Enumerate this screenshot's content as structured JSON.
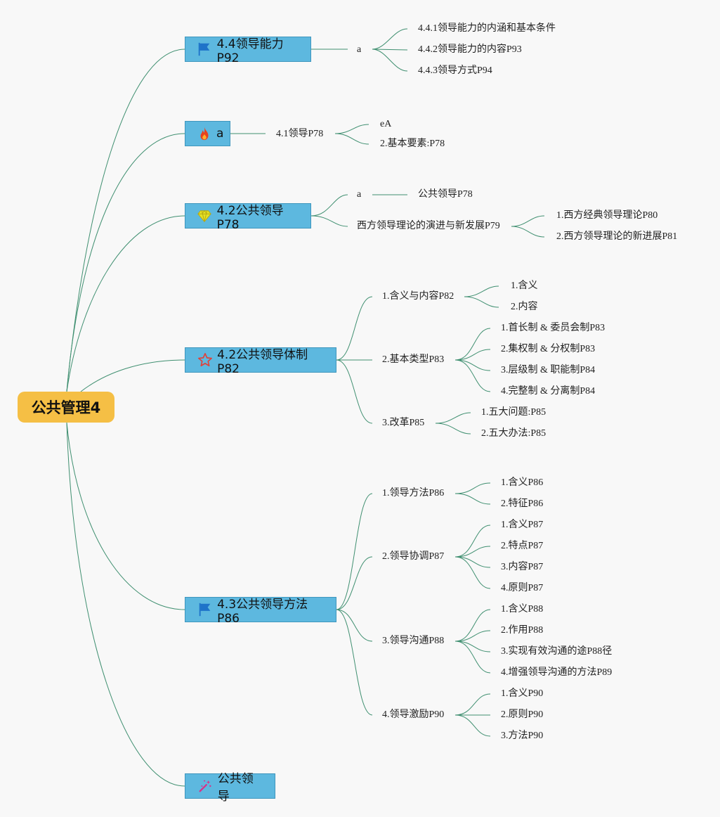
{
  "root": {
    "label": "公共管理4"
  },
  "branches": [
    {
      "label": "4.4领导能力P92",
      "icon": "flag-icon",
      "icon_color": "#1e73c9",
      "sub": [
        {
          "label": "a",
          "children": [
            "4.4.1领导能力的内涵和基本条件",
            "4.4.2领导能力的内容P93",
            "4.4.3领导方式P94"
          ]
        }
      ]
    },
    {
      "label": "a",
      "icon": "fire-icon",
      "icon_color": "#e8421e",
      "sub": [
        {
          "label": "4.1领导P78",
          "children": [
            "eA",
            "2.基本要素:P78"
          ]
        }
      ]
    },
    {
      "label": "4.2公共领导P78",
      "icon": "diamond-icon",
      "icon_color": "#e3e025",
      "sub": [
        {
          "label": "a",
          "children": [
            "公共领导P78"
          ]
        },
        {
          "label": "西方领导理论的演进与新发展P79",
          "children": [
            "1.西方经典领导理论P80",
            "2.西方领导理论的新进展P81"
          ]
        }
      ]
    },
    {
      "label": "4.2公共领导体制P82",
      "icon": "star-icon",
      "icon_color": "#e0413a",
      "sub": [
        {
          "label": "1.含义与内容P82",
          "children": [
            "1.含义",
            "2.内容"
          ]
        },
        {
          "label": "2.基本类型P83",
          "children": [
            "1.首长制 & 委员会制P83",
            "2.集权制 & 分权制P83",
            "3.层级制 & 职能制P84",
            "4.完整制 & 分离制P84"
          ]
        },
        {
          "label": "3.改革P85",
          "children": [
            "1.五大问题:P85",
            "2.五大办法:P85"
          ]
        }
      ]
    },
    {
      "label": "4.3公共领导方法P86",
      "icon": "flag-icon",
      "icon_color": "#1e73c9",
      "sub": [
        {
          "label": "1.领导方法P86",
          "children": [
            "1.含义P86",
            "2.特征P86"
          ]
        },
        {
          "label": "2.领导协调P87",
          "children": [
            "1.含义P87",
            "2.特点P87",
            "3.内容P87",
            "4.原则P87"
          ]
        },
        {
          "label": "3.领导沟通P88",
          "children": [
            "1.含义P88",
            "2.作用P88",
            "3.实现有效沟通的途P88径",
            "4.增强领导沟通的方法P89"
          ]
        },
        {
          "label": "4.领导激励P90",
          "children": [
            "1.含义P90",
            "2.原则P90",
            "3.方法P90"
          ]
        }
      ]
    },
    {
      "label": "公共领导",
      "icon": "magic-wand-icon",
      "icon_color": "#d8318a",
      "sub": []
    }
  ],
  "colors": {
    "line": "#3f8f70",
    "root_fill": "#f5bf45",
    "branch_fill": "#5db8df"
  }
}
